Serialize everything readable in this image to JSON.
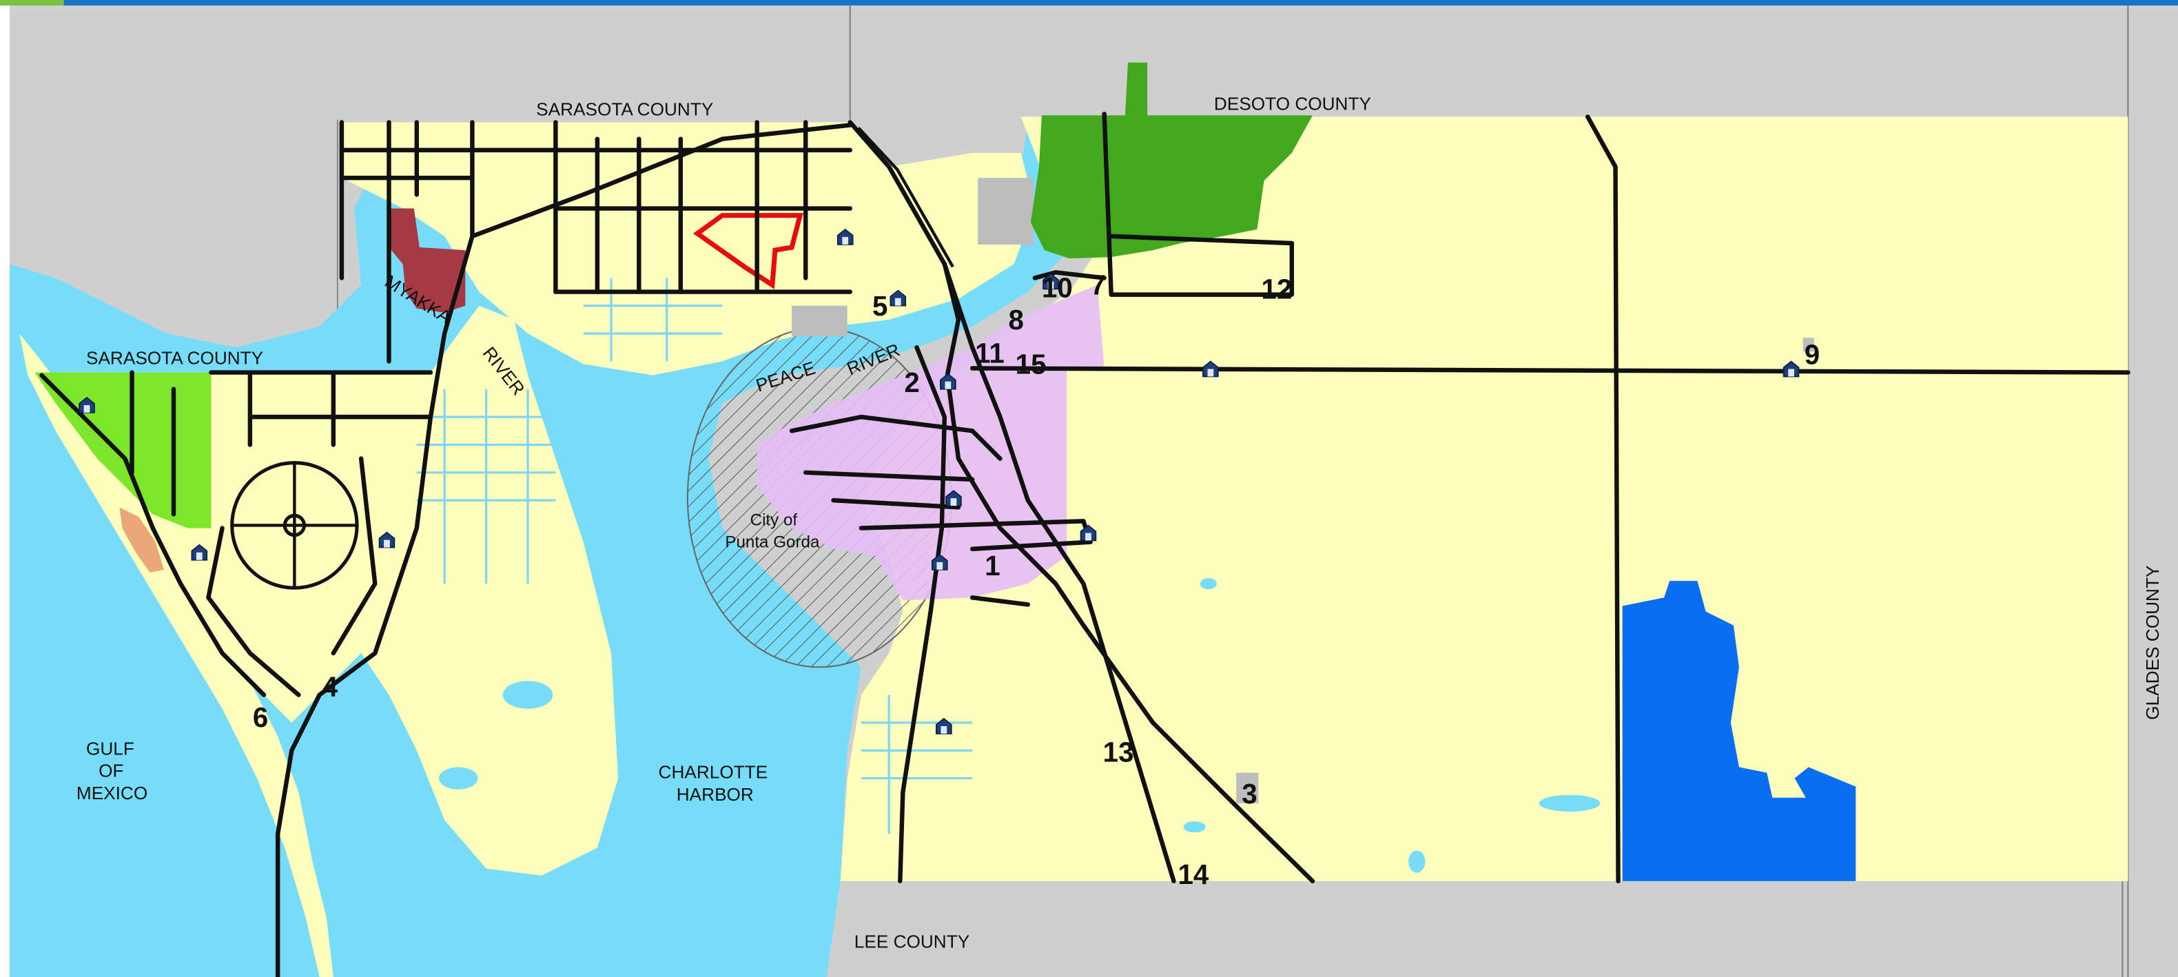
{
  "colors": {
    "water": "#76dcf7",
    "county_land": "#ffffbd",
    "outside_county": "#cfcfcf",
    "punta_gorda": "#e6bdf7",
    "green_parcel": "#44a81f",
    "lime_parcel": "#7be62a",
    "maroon_parcel": "#a63a44",
    "orange_parcel": "#eba67a",
    "blue_parcel": "#0a6ef2",
    "outline_parcel": "#e80d0d",
    "top_bar": "#1a73c7",
    "top_bar_accent": "#7bc142"
  },
  "labels": {
    "sarasota_county_north": "SARASOTA COUNTY",
    "sarasota_county_west": "SARASOTA COUNTY",
    "desoto_county": "DESOTO COUNTY",
    "lee_county": "LEE COUNTY",
    "glades_county": "GLADES COUNTY",
    "gulf_1": "GULF",
    "gulf_2": "OF",
    "gulf_3": "MEXICO",
    "harbor_1": "CHARLOTTE",
    "harbor_2": "HARBOR",
    "city_1": "City of",
    "city_2": "Punta Gorda",
    "myakka": "MYAKKA",
    "myakka_river": "RIVER",
    "peace": "PEACE",
    "peace_river": "RIVER"
  },
  "markers": [
    {
      "id": "m1",
      "label": "1"
    },
    {
      "id": "m2",
      "label": "2"
    },
    {
      "id": "m3",
      "label": "3"
    },
    {
      "id": "m4",
      "label": "4"
    },
    {
      "id": "m5",
      "label": "5"
    },
    {
      "id": "m6",
      "label": "6"
    },
    {
      "id": "m7",
      "label": "7"
    },
    {
      "id": "m8",
      "label": "8"
    },
    {
      "id": "m9",
      "label": "9"
    },
    {
      "id": "m10",
      "label": "10"
    },
    {
      "id": "m11",
      "label": "11"
    },
    {
      "id": "m12",
      "label": "12"
    },
    {
      "id": "m13",
      "label": "13"
    },
    {
      "id": "m14",
      "label": "14"
    },
    {
      "id": "m15",
      "label": "15"
    }
  ],
  "station_icon": "fire-station-icon",
  "station_count": 13
}
